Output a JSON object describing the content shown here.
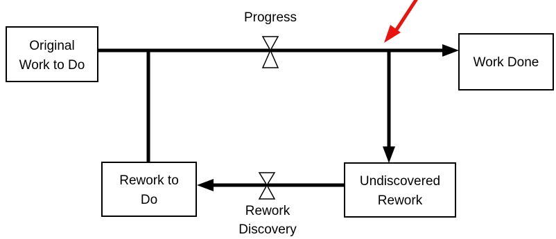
{
  "stocks": {
    "original_work": {
      "line1": "Original",
      "line2": "Work to Do"
    },
    "work_done": {
      "label": "Work Done"
    },
    "rework_to_do": {
      "line1": "Rework to",
      "line2": "Do"
    },
    "undiscovered_rework": {
      "line1": "Undiscovered",
      "line2": "Rework"
    }
  },
  "flows": {
    "progress": {
      "label": "Progress",
      "icon": "valve-icon"
    },
    "rework_discovery": {
      "line1": "Rework",
      "line2": "Discovery",
      "icon": "valve-icon"
    }
  },
  "annotation": {
    "icon": "pointer-arrow-icon",
    "color": "#e8150f"
  },
  "colors": {
    "line": "#000000",
    "box_fill": "#ffffff"
  }
}
